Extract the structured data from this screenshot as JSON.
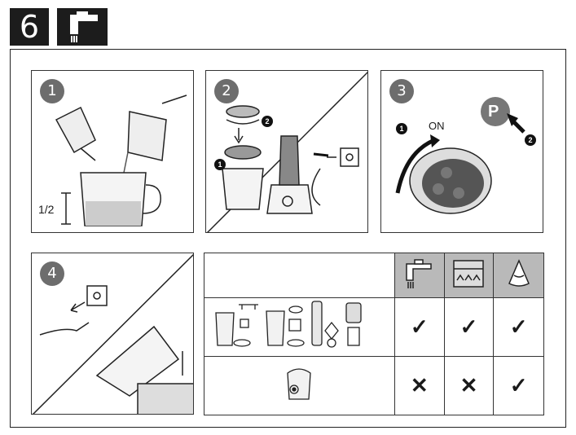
{
  "header": {
    "step_number": "6"
  },
  "panels": [
    {
      "badge": "1",
      "ratio_label": "1/2"
    },
    {
      "badge": "2",
      "sub1": "1",
      "sub2": "2"
    },
    {
      "badge": "3",
      "on_label": "ON",
      "sub1": "1",
      "sub2": "2",
      "pulse_label": "P"
    },
    {
      "badge": "4"
    }
  ],
  "table": {
    "headers": [
      "tap-icon",
      "dishwasher-icon",
      "cloth-icon"
    ],
    "rows": [
      {
        "item": "jar-and-accessories",
        "values": [
          "✓",
          "✓",
          "✓"
        ]
      },
      {
        "item": "motor-unit",
        "values": [
          "✕",
          "✕",
          "✓"
        ]
      }
    ]
  }
}
